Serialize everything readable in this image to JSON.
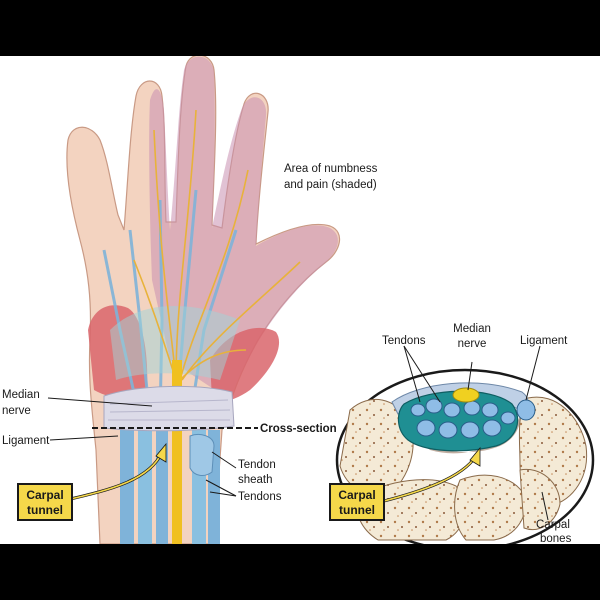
{
  "hand": {
    "area_label_line1": "Area of numbness",
    "area_label_line2": "and pain (shaded)",
    "median_nerve_line1": "Median",
    "median_nerve_line2": "nerve",
    "ligament": "Ligament",
    "cross_section": "Cross-section",
    "tendon_sheath_line1": "Tendon",
    "tendon_sheath_line2": "sheath",
    "tendons": "Tendons",
    "carpal_tunnel_line1": "Carpal",
    "carpal_tunnel_line2": "tunnel"
  },
  "section": {
    "tendons": "Tendons",
    "median_nerve_line1": "Median",
    "median_nerve_line2": "nerve",
    "ligament": "Ligament",
    "carpal_tunnel_line1": "Carpal",
    "carpal_tunnel_line2": "tunnel",
    "carpal_bones_line1": "Carpal",
    "carpal_bones_line2": "bones"
  },
  "colors": {
    "skin": "#f3d3c0",
    "shade": "#c98fb0",
    "nerve": "#f0c020",
    "tendon": "#7fb3d9",
    "muscle": "#d9656b",
    "callout": "#f5d84a",
    "bone": "#f4ead6"
  }
}
